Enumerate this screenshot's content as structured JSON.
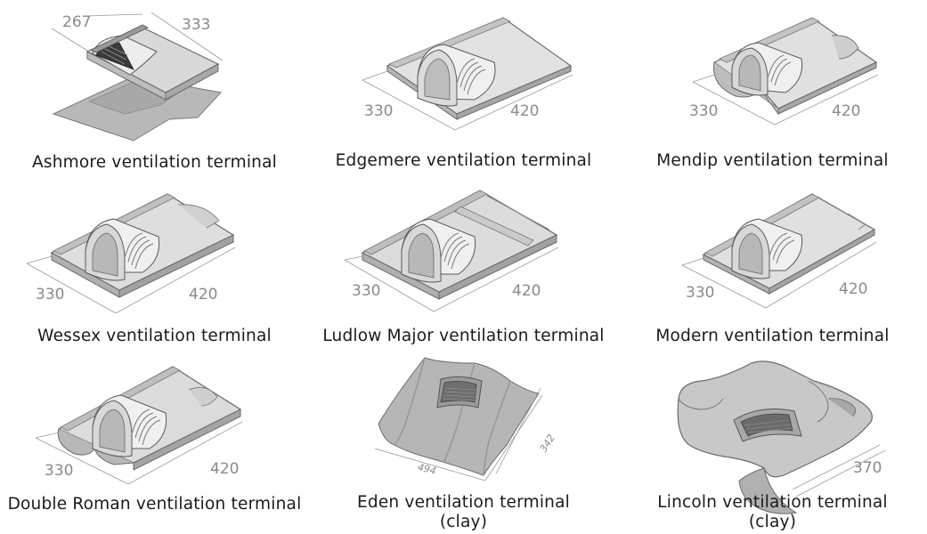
{
  "terminals": [
    {
      "name": "Ashmore ventilation terminal",
      "dim_a": "267",
      "dim_b": "333"
    },
    {
      "name": "Edgemere ventilation terminal",
      "dim_a": "330",
      "dim_b": "420"
    },
    {
      "name": "Mendip ventilation terminal",
      "dim_a": "330",
      "dim_b": "420"
    },
    {
      "name": "Wessex ventilation terminal",
      "dim_a": "330",
      "dim_b": "420"
    },
    {
      "name": "Ludlow Major ventilation terminal",
      "dim_a": "330",
      "dim_b": "420"
    },
    {
      "name": "Modern ventilation terminal",
      "dim_a": "330",
      "dim_b": "420"
    },
    {
      "name": "Double Roman ventilation terminal",
      "dim_a": "330",
      "dim_b": "420"
    },
    {
      "name": "Eden ventilation terminal",
      "name_line2": "(clay)",
      "dim_a": "494",
      "dim_b": "342"
    },
    {
      "name": "Lincoln ventilation terminal",
      "name_line2": "(clay)",
      "dim_a": "370"
    }
  ]
}
